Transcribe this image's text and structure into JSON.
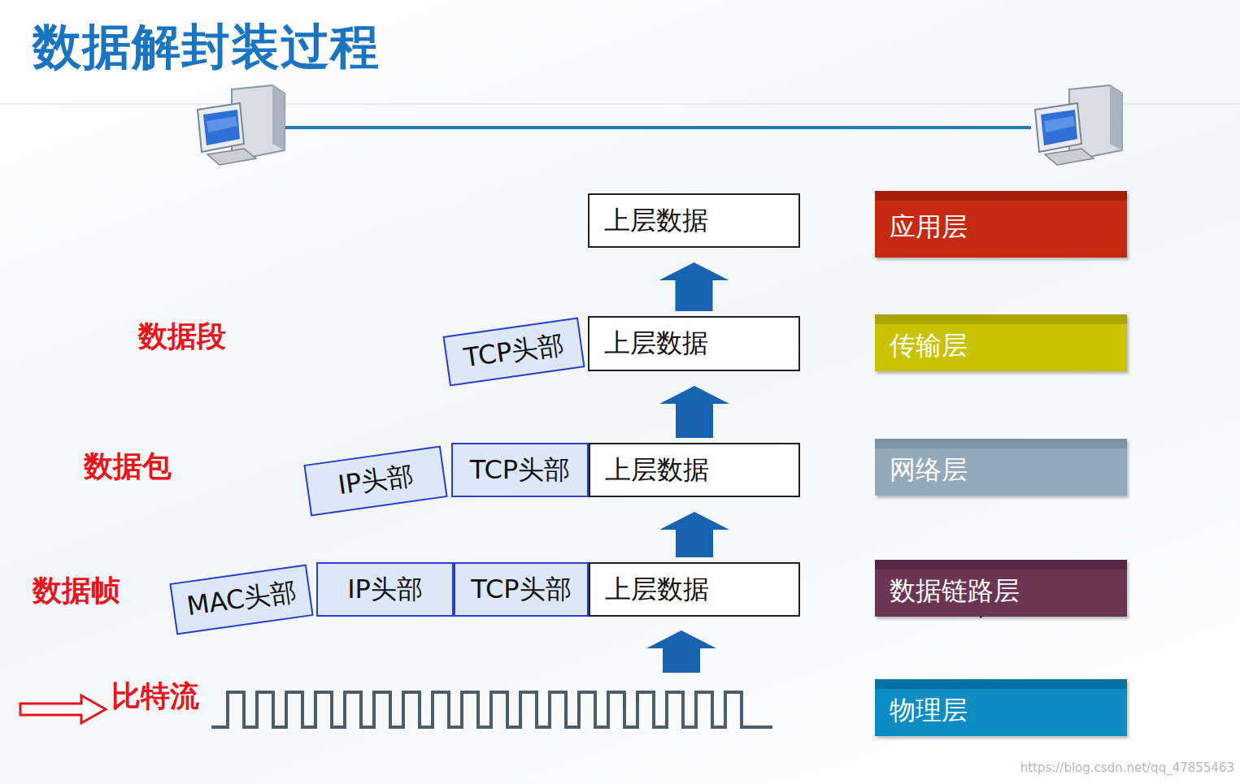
{
  "diagram": {
    "title": "数据解封装过程",
    "nodes": [
      {
        "text": [
          "上层数据"
        ]
      },
      {
        "text": [
          "应用层"
        ]
      },
      {
        "text": [
          "TCP头部"
        ]
      },
      {
        "text": [
          "上层数据"
        ]
      },
      {
        "text": [
          "传输层"
        ]
      },
      {
        "text": [
          "IP头部"
        ]
      },
      {
        "text": [
          "TCP头部"
        ]
      },
      {
        "text": [
          "上层数据"
        ]
      },
      {
        "text": [
          "网络层"
        ]
      },
      {
        "text": [
          "MAC头部"
        ]
      },
      {
        "text": [
          "IP头部"
        ]
      },
      {
        "text": [
          "TCP头部"
        ]
      },
      {
        "text": [
          "上层数据"
        ]
      },
      {
        "text": [
          "数据链路层"
        ]
      },
      {
        "text": [
          "物理层"
        ]
      }
    ],
    "edges": [
      {
        "from": 3,
        "to": 0,
        "arrow": "to"
      },
      {
        "from": 7,
        "to": 3,
        "arrow": "to"
      },
      {
        "from": 12,
        "to": 7,
        "arrow": "to"
      }
    ],
    "labels": [
      "数据段",
      "数据包",
      "数据帧",
      "比特流",
      "https://blog.csdn.net/qq_47855463"
    ]
  }
}
